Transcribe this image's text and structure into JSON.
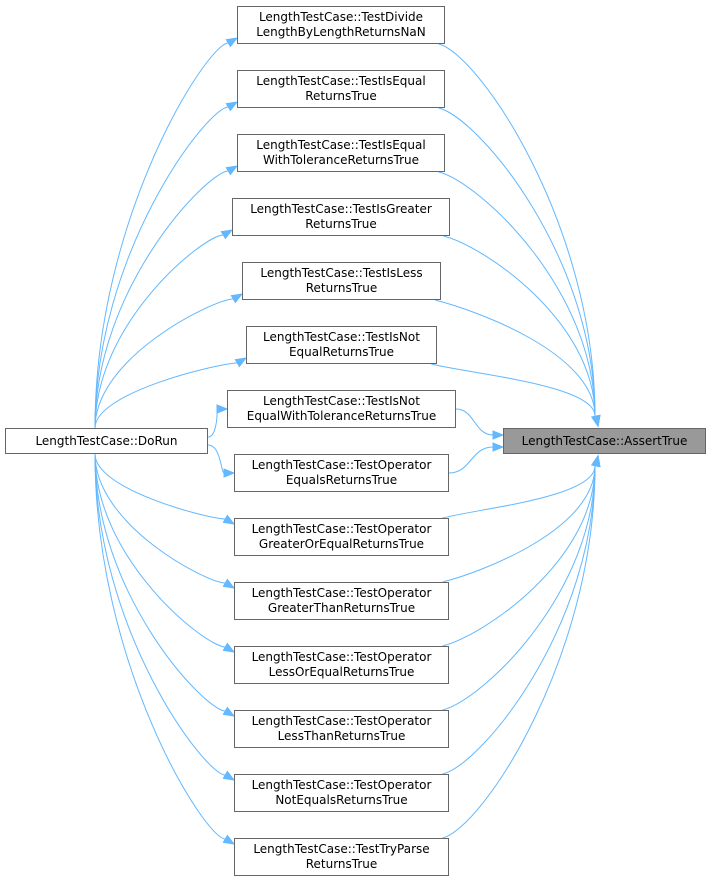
{
  "graph": {
    "root": {
      "label": "LengthTestCase::DoRun"
    },
    "target": {
      "label": "LengthTestCase::AssertTrue"
    },
    "callers": [
      {
        "line1": "LengthTestCase::TestDivide",
        "line2": "LengthByLengthReturnsNaN"
      },
      {
        "line1": "LengthTestCase::TestIsEqual",
        "line2": "ReturnsTrue"
      },
      {
        "line1": "LengthTestCase::TestIsEqual",
        "line2": "WithToleranceReturnsTrue"
      },
      {
        "line1": "LengthTestCase::TestIsGreater",
        "line2": "ReturnsTrue"
      },
      {
        "line1": "LengthTestCase::TestIsLess",
        "line2": "ReturnsTrue"
      },
      {
        "line1": "LengthTestCase::TestIsNot",
        "line2": "EqualReturnsTrue"
      },
      {
        "line1": "LengthTestCase::TestIsNot",
        "line2": "EqualWithToleranceReturnsTrue"
      },
      {
        "line1": "LengthTestCase::TestOperator",
        "line2": "EqualsReturnsTrue"
      },
      {
        "line1": "LengthTestCase::TestOperator",
        "line2": "GreaterOrEqualReturnsTrue"
      },
      {
        "line1": "LengthTestCase::TestOperator",
        "line2": "GreaterThanReturnsTrue"
      },
      {
        "line1": "LengthTestCase::TestOperator",
        "line2": "LessOrEqualReturnsTrue"
      },
      {
        "line1": "LengthTestCase::TestOperator",
        "line2": "LessThanReturnsTrue"
      },
      {
        "line1": "LengthTestCase::TestOperator",
        "line2": "NotEqualsReturnsTrue"
      },
      {
        "line1": "LengthTestCase::TestTryParse",
        "line2": "ReturnsTrue"
      }
    ],
    "colors": {
      "edge": "#63b8ff",
      "border": "#666666",
      "highlight_fill": "#999999"
    }
  }
}
